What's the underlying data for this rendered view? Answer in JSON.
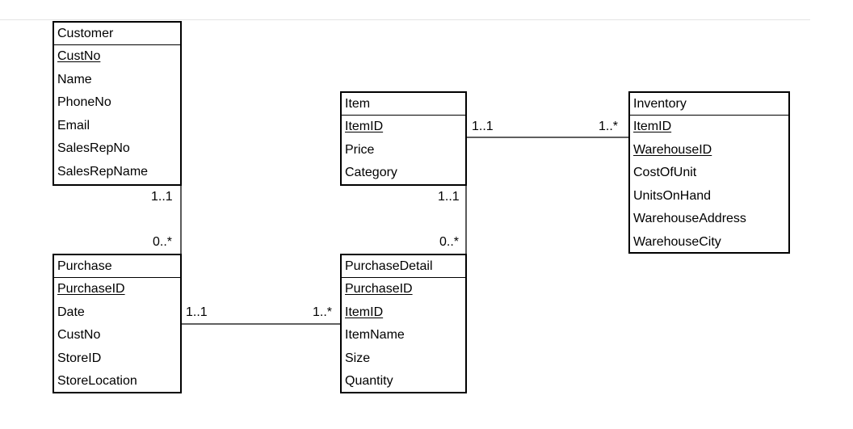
{
  "entities": {
    "customer": {
      "title": "Customer",
      "attributes": [
        {
          "name": "CustNo",
          "key": true
        },
        {
          "name": "Name",
          "key": false
        },
        {
          "name": "PhoneNo",
          "key": false
        },
        {
          "name": "Email",
          "key": false
        },
        {
          "name": "SalesRepNo",
          "key": false
        },
        {
          "name": "SalesRepName",
          "key": false
        }
      ]
    },
    "item": {
      "title": "Item",
      "attributes": [
        {
          "name": "ItemID",
          "key": true
        },
        {
          "name": "Price",
          "key": false
        },
        {
          "name": "Category",
          "key": false
        }
      ]
    },
    "inventory": {
      "title": "Inventory",
      "attributes": [
        {
          "name": "ItemID",
          "key": true
        },
        {
          "name": "WarehouseID",
          "key": true
        },
        {
          "name": "CostOfUnit",
          "key": false
        },
        {
          "name": "UnitsOnHand",
          "key": false
        },
        {
          "name": "WarehouseAddress",
          "key": false
        },
        {
          "name": "WarehouseCity",
          "key": false
        }
      ]
    },
    "purchase": {
      "title": "Purchase",
      "attributes": [
        {
          "name": "PurchaseID",
          "key": true
        },
        {
          "name": "Date",
          "key": false
        },
        {
          "name": "CustNo",
          "key": false
        },
        {
          "name": "StoreID",
          "key": false
        },
        {
          "name": "StoreLocation",
          "key": false
        }
      ]
    },
    "purchase_detail": {
      "title": "PurchaseDetail",
      "attributes": [
        {
          "name": "PurchaseID",
          "key": true
        },
        {
          "name": "ItemID",
          "key": true
        },
        {
          "name": "ItemName",
          "key": false
        },
        {
          "name": "Size",
          "key": false
        },
        {
          "name": "Quantity",
          "key": false
        }
      ]
    }
  },
  "relationships": {
    "item_inventory": {
      "from": "1..1",
      "to": "1..*"
    },
    "customer_purchase": {
      "from": "1..1",
      "to": "0..*"
    },
    "item_purchasedetail": {
      "from": "1..1",
      "to": "0..*"
    },
    "purchase_purchasedetail": {
      "from": "1..1",
      "to": "1..*"
    }
  },
  "colors": {
    "line": "#000000",
    "background": "#ffffff",
    "text": "#000000"
  }
}
